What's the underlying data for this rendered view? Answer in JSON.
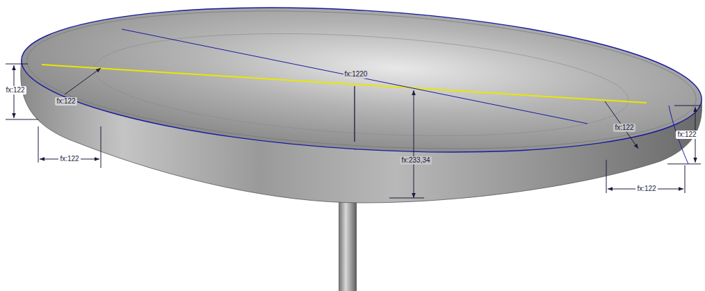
{
  "diagram": {
    "labels": [
      "fx:1220",
      "fx:122",
      "fx:122",
      "fx:122",
      "fx:122",
      "fx:122",
      "fx:233,34",
      "fx:122"
    ]
  }
}
